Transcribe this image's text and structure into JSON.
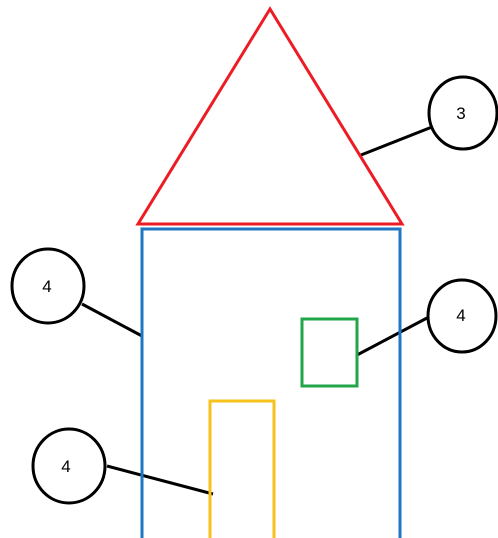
{
  "colors": {
    "roof": "#ED1C24",
    "walls": "#1F77C4",
    "door": "#F6C21B",
    "window": "#22A64A",
    "callout_stroke": "#000000"
  },
  "labels": {
    "roof": "3",
    "walls": "4",
    "window": "4",
    "door": "4"
  }
}
